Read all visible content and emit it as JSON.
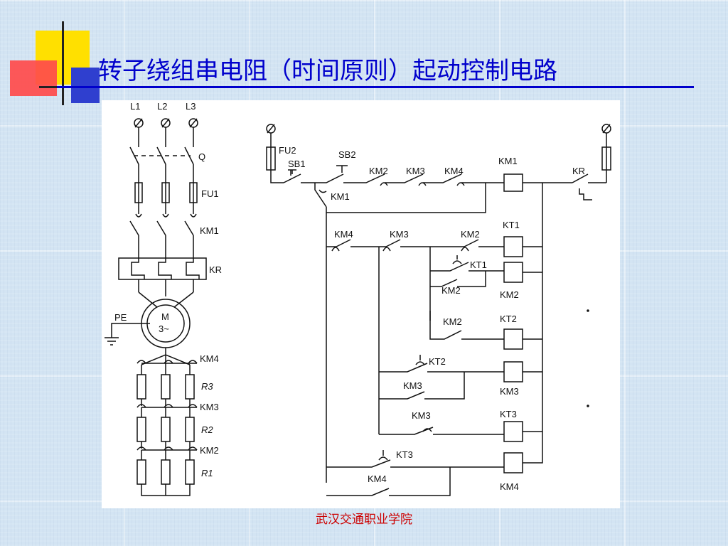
{
  "slide": {
    "title": "转子绕组串电阻（时间原则）起动控制电路",
    "footer": "武汉交通职业学院",
    "colors": {
      "title": "#0000cc",
      "footer": "#cc0000",
      "rule": "#0000cc",
      "deco_yellow": "#ffe000",
      "deco_red": "#ff4b4b",
      "deco_blue": "#2f3fcf",
      "deco_line": "#222222",
      "wire": "#111111"
    }
  },
  "main_circuit": {
    "phases": [
      "L1",
      "L2",
      "L3"
    ],
    "switch": "Q",
    "fuse": "FU1",
    "contactor": "KM1",
    "overload": "KR",
    "ground": "PE",
    "motor": {
      "name": "M",
      "type": "3~"
    },
    "stages": [
      {
        "contact": "KM4",
        "resistor": "R3"
      },
      {
        "contact": "KM3",
        "resistor": "R2"
      },
      {
        "contact": "KM2",
        "resistor": "R1"
      }
    ]
  },
  "control_circuit": {
    "fuse": "FU2",
    "stop_button": "SB1",
    "start_button": "SB2",
    "series_contacts": [
      "KM2",
      "KM3",
      "KM4"
    ],
    "hold_contact": "KM1",
    "main_coil": "KM1",
    "overload_contact": "KR",
    "rung1_contacts": [
      "KM4",
      "KM3",
      "KM2"
    ],
    "coils": [
      "KT1",
      "KM2",
      "KT2",
      "KM3",
      "KT3",
      "KM4"
    ],
    "timer_contacts": [
      "KT1",
      "KT2",
      "KT3"
    ],
    "hold_contacts": [
      "KM2",
      "KM2",
      "KM3",
      "KM3",
      "KM4"
    ]
  }
}
